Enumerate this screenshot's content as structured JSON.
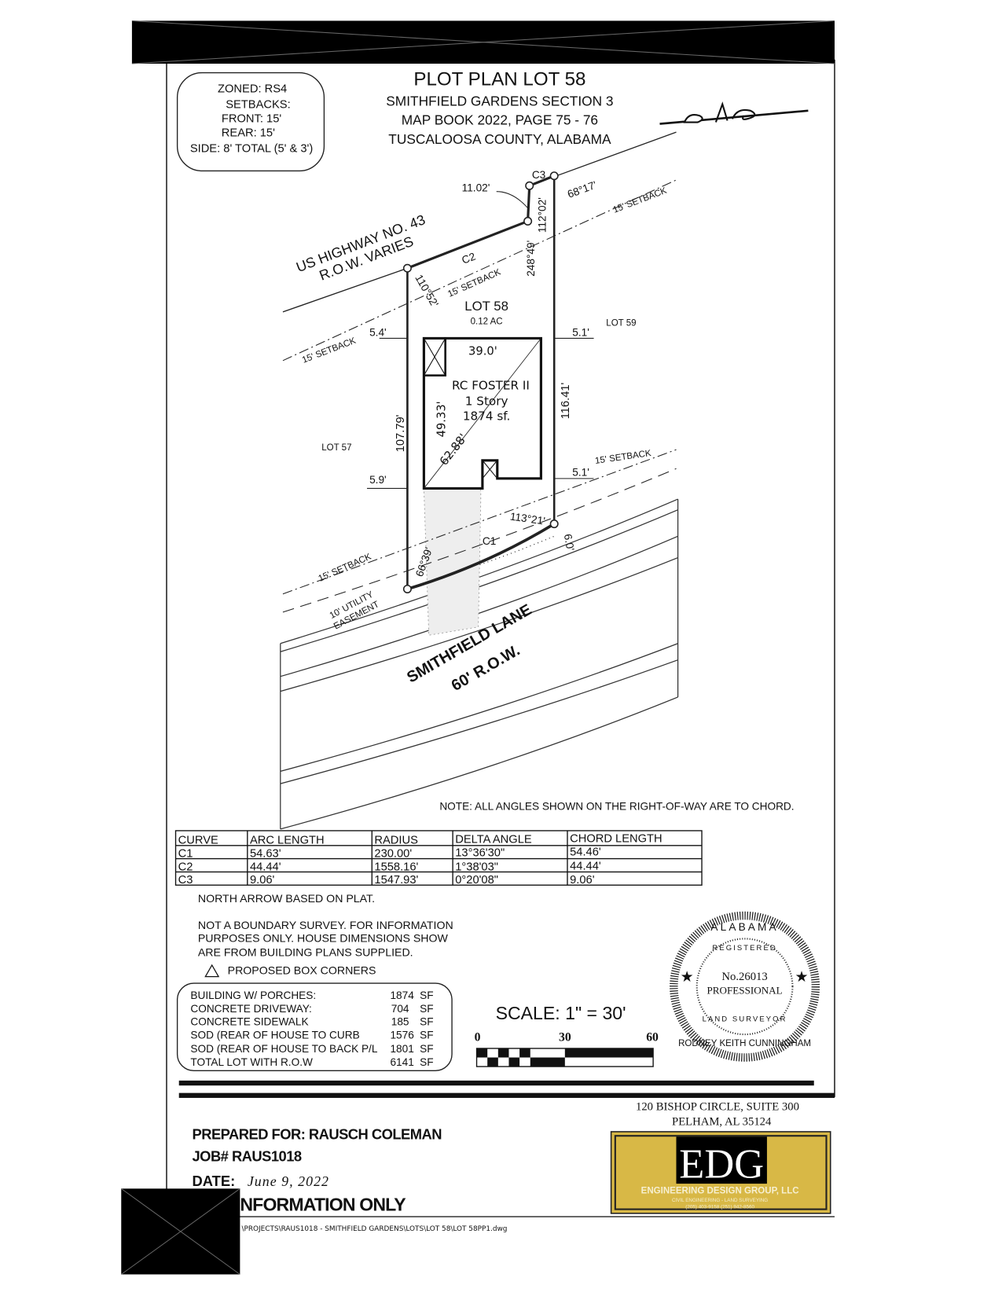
{
  "zoning": {
    "lines": [
      "ZONED: RS4",
      "SETBACKS:",
      "FRONT: 15'",
      "REAR: 15'",
      "SIDE:  8' TOTAL (5' & 3')"
    ]
  },
  "title": {
    "main": "PLOT PLAN LOT 58",
    "sub1": "SMITHFIELD GARDENS SECTION 3",
    "sub2": "MAP BOOK 2022, PAGE 75 - 76",
    "sub3": "TUSCALOOSA COUNTY, ALABAMA"
  },
  "drawing": {
    "highway1": "US HIGHWAY NO. 43",
    "highway2": "R.O.W. VARIES",
    "c1": "C1",
    "c2": "C2",
    "c3": "C3",
    "dim_11": "11.02'",
    "ang_6817": "68°17'",
    "ang_11202": "112°02'",
    "ang_24849": "248°49'",
    "ang_11052": "110°52'",
    "ang_11321": "113°21'",
    "ang_6639": "66°39'",
    "dim_60": "6.0'",
    "setback": "15' SETBACK",
    "utility1": "10' UTILITY",
    "utility2": "EASEMENT",
    "lot": "LOT 58",
    "acres": "0.12 AC",
    "lot59": "LOT 59",
    "lot57": "LOT 57",
    "dim_54": "5.4'",
    "dim_51a": "5.1'",
    "dim_51b": "5.1'",
    "dim_59": "5.9'",
    "dim_390": "39.0'",
    "dim_4933": "49.33'",
    "dim_6288": "62.88'",
    "dim_10779": "107.79'",
    "dim_11641": "116.41'",
    "house1": "RC FOSTER II",
    "house2": "1 Story",
    "house3": "1874 sf.",
    "street1": "SMITHFIELD LANE",
    "street2": "60' R.O.W."
  },
  "note": "NOTE: ALL ANGLES SHOWN ON THE RIGHT-OF-WAY ARE TO CHORD.",
  "curve_table": {
    "headers": [
      "CURVE",
      "ARC LENGTH",
      "RADIUS",
      "DELTA ANGLE",
      "CHORD LENGTH"
    ],
    "rows": [
      [
        "C1",
        "54.63'",
        "230.00'",
        "13°36'30\"",
        "54.46'"
      ],
      [
        "C2",
        "44.44'",
        "1558.16'",
        "1°38'03\"",
        "44.44'"
      ],
      [
        "C3",
        "9.06'",
        "1547.93'",
        "0°20'08\"",
        "9.06'"
      ]
    ]
  },
  "notes": {
    "north": "NORTH ARROW BASED ON PLAT.",
    "survey1": "NOT A BOUNDARY SURVEY. FOR INFORMATION",
    "survey2": "PURPOSES ONLY. HOUSE DIMENSIONS SHOW",
    "survey3": "ARE FROM BUILDING PLANS SUPPLIED.",
    "box_corners": "PROPOSED BOX CORNERS"
  },
  "areas": [
    {
      "label": "BUILDING W/ PORCHES:",
      "value": "1874",
      "unit": "SF"
    },
    {
      "label": "CONCRETE DRIVEWAY:",
      "value": "704",
      "unit": "SF"
    },
    {
      "label": "CONCRETE SIDEWALK",
      "value": "185",
      "unit": "SF"
    },
    {
      "label": "SOD (REAR OF HOUSE TO CURB",
      "value": "1576",
      "unit": "SF"
    },
    {
      "label": "SOD (REAR OF HOUSE TO BACK P/L",
      "value": "1801",
      "unit": "SF"
    },
    {
      "label": "TOTAL LOT WITH R.O.W",
      "value": "6141",
      "unit": "SF"
    }
  ],
  "scale": {
    "label": "SCALE: 1\" = 30'",
    "ticks": [
      "0",
      "30",
      "60"
    ]
  },
  "seal": {
    "state": "ALABAMA",
    "registered": "REGISTERED",
    "number": "No.26013",
    "professional": "PROFESSIONAL",
    "land_surveyor": "LAND SURVEYOR",
    "name": "RODNEY KEITH CUNNINGHAM"
  },
  "company": {
    "address1": "120 BISHOP CIRCLE, SUITE 300",
    "address2": "PELHAM, AL 35124",
    "logo": "EDG",
    "name": "ENGINEERING DESIGN GROUP, LLC",
    "services": "CIVIL ENGINEERING  -  LAND SURVEYING",
    "phones": "(205) 403-9158    (251) 942-8560",
    "brand_color": "#d8b846"
  },
  "footer": {
    "prepared_for": "PREPARED FOR: RAUSCH COLEMAN",
    "job": "JOB#  RAUS1018",
    "date_label": "DATE:",
    "date": "June 9, 2022",
    "info_only": "NFORMATION ONLY",
    "path": "\\PROJECTS\\RAUS1018 - SMITHFIELD GARDENS\\LOTS\\LOT 58\\LOT 58PP1.dwg"
  }
}
